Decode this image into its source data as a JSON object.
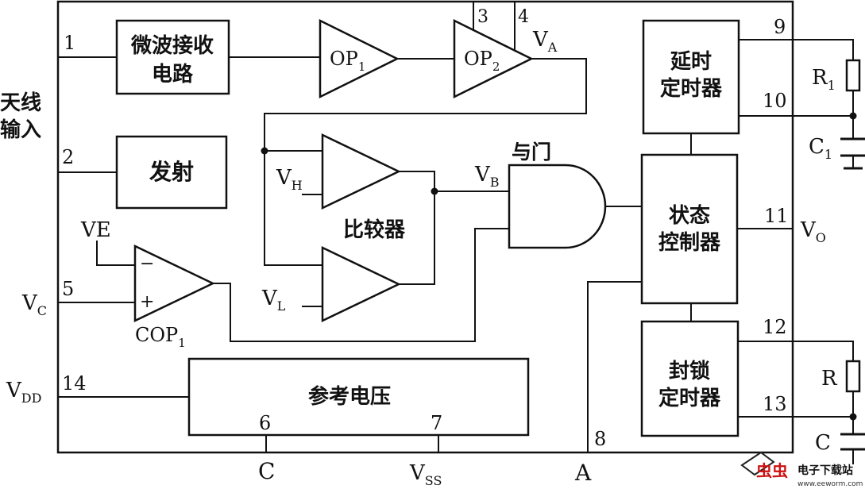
{
  "blocks": {
    "microwave_rx": [
      "微波接收",
      "电路"
    ],
    "transmit": "发射",
    "comparator": "比较器",
    "and_gate": "与门",
    "delay_timer": [
      "延时",
      "定时器"
    ],
    "state_ctrl": [
      "状态",
      "控制器"
    ],
    "lock_timer": [
      "封锁",
      "定时器"
    ],
    "reference": "参考电压"
  },
  "antenna_label": [
    "天线",
    "输入"
  ],
  "op1": {
    "main": "OP",
    "sub": "1"
  },
  "op2": {
    "main": "OP",
    "sub": "2"
  },
  "cop1": {
    "main": "COP",
    "sub": "1"
  },
  "signals": {
    "va": {
      "main": "V",
      "sub": "A"
    },
    "vb": {
      "main": "V",
      "sub": "B"
    },
    "vh": {
      "main": "V",
      "sub": "H"
    },
    "vl": {
      "main": "V",
      "sub": "L"
    },
    "vc": {
      "main": "V",
      "sub": "C"
    },
    "vdd": {
      "main": "V",
      "sub": "DD"
    },
    "vo": {
      "main": "V",
      "sub": "O"
    },
    "vss": {
      "main": "V",
      "sub": "SS"
    },
    "ve": "VE"
  },
  "pins": {
    "p1": "1",
    "p2": "2",
    "p3": "3",
    "p4": "4",
    "p5": "5",
    "p6": "6",
    "p7": "7",
    "p8": "8",
    "p9": "9",
    "p10": "10",
    "p11": "11",
    "p12": "12",
    "p13": "13",
    "p14": "14"
  },
  "terminals": {
    "c": "C",
    "a": "A"
  },
  "components": {
    "r1": {
      "main": "R",
      "sub": "1"
    },
    "c1": {
      "main": "C",
      "sub": "1"
    },
    "r": "R",
    "c": "C"
  },
  "cop_signs": {
    "minus": "−",
    "plus": "+"
  },
  "watermark": {
    "brand": "虫虫",
    "text": "电子下载站",
    "url": "www.eeworm.com",
    "color": "#cc1111"
  }
}
